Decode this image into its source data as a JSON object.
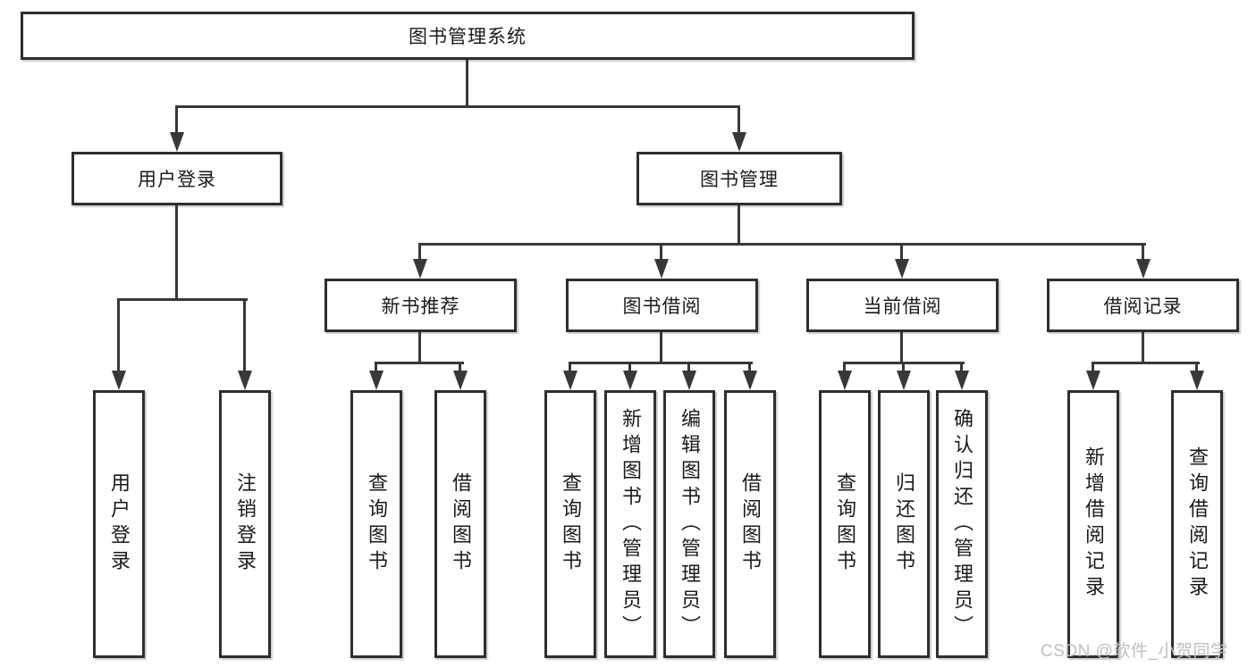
{
  "watermark": {
    "text": "CSDN @软件_小贺同学",
    "color": "#bfbfbf"
  },
  "diagram": {
    "line_color": "#383838",
    "border_color": "#2e2e2e",
    "root": {
      "label": "图书管理系统"
    },
    "branches": [
      {
        "label": "用户登录",
        "children": [
          {
            "label": "用户登录"
          },
          {
            "label": "注销登录"
          }
        ]
      },
      {
        "label": "图书管理",
        "children": [
          {
            "label": "新书推荐",
            "children": [
              {
                "label": "查询图书"
              },
              {
                "label": "借阅图书"
              }
            ]
          },
          {
            "label": "图书借阅",
            "children": [
              {
                "label": "查询图书"
              },
              {
                "label": "新增图书（管理员）"
              },
              {
                "label": "编辑图书（管理员）"
              },
              {
                "label": "借阅图书"
              }
            ]
          },
          {
            "label": "当前借阅",
            "children": [
              {
                "label": "查询图书"
              },
              {
                "label": "归还图书"
              },
              {
                "label": "确认归还（管理员）"
              }
            ]
          },
          {
            "label": "借阅记录",
            "children": [
              {
                "label": "新增借阅记录"
              },
              {
                "label": "查询借阅记录"
              }
            ]
          }
        ]
      }
    ]
  }
}
